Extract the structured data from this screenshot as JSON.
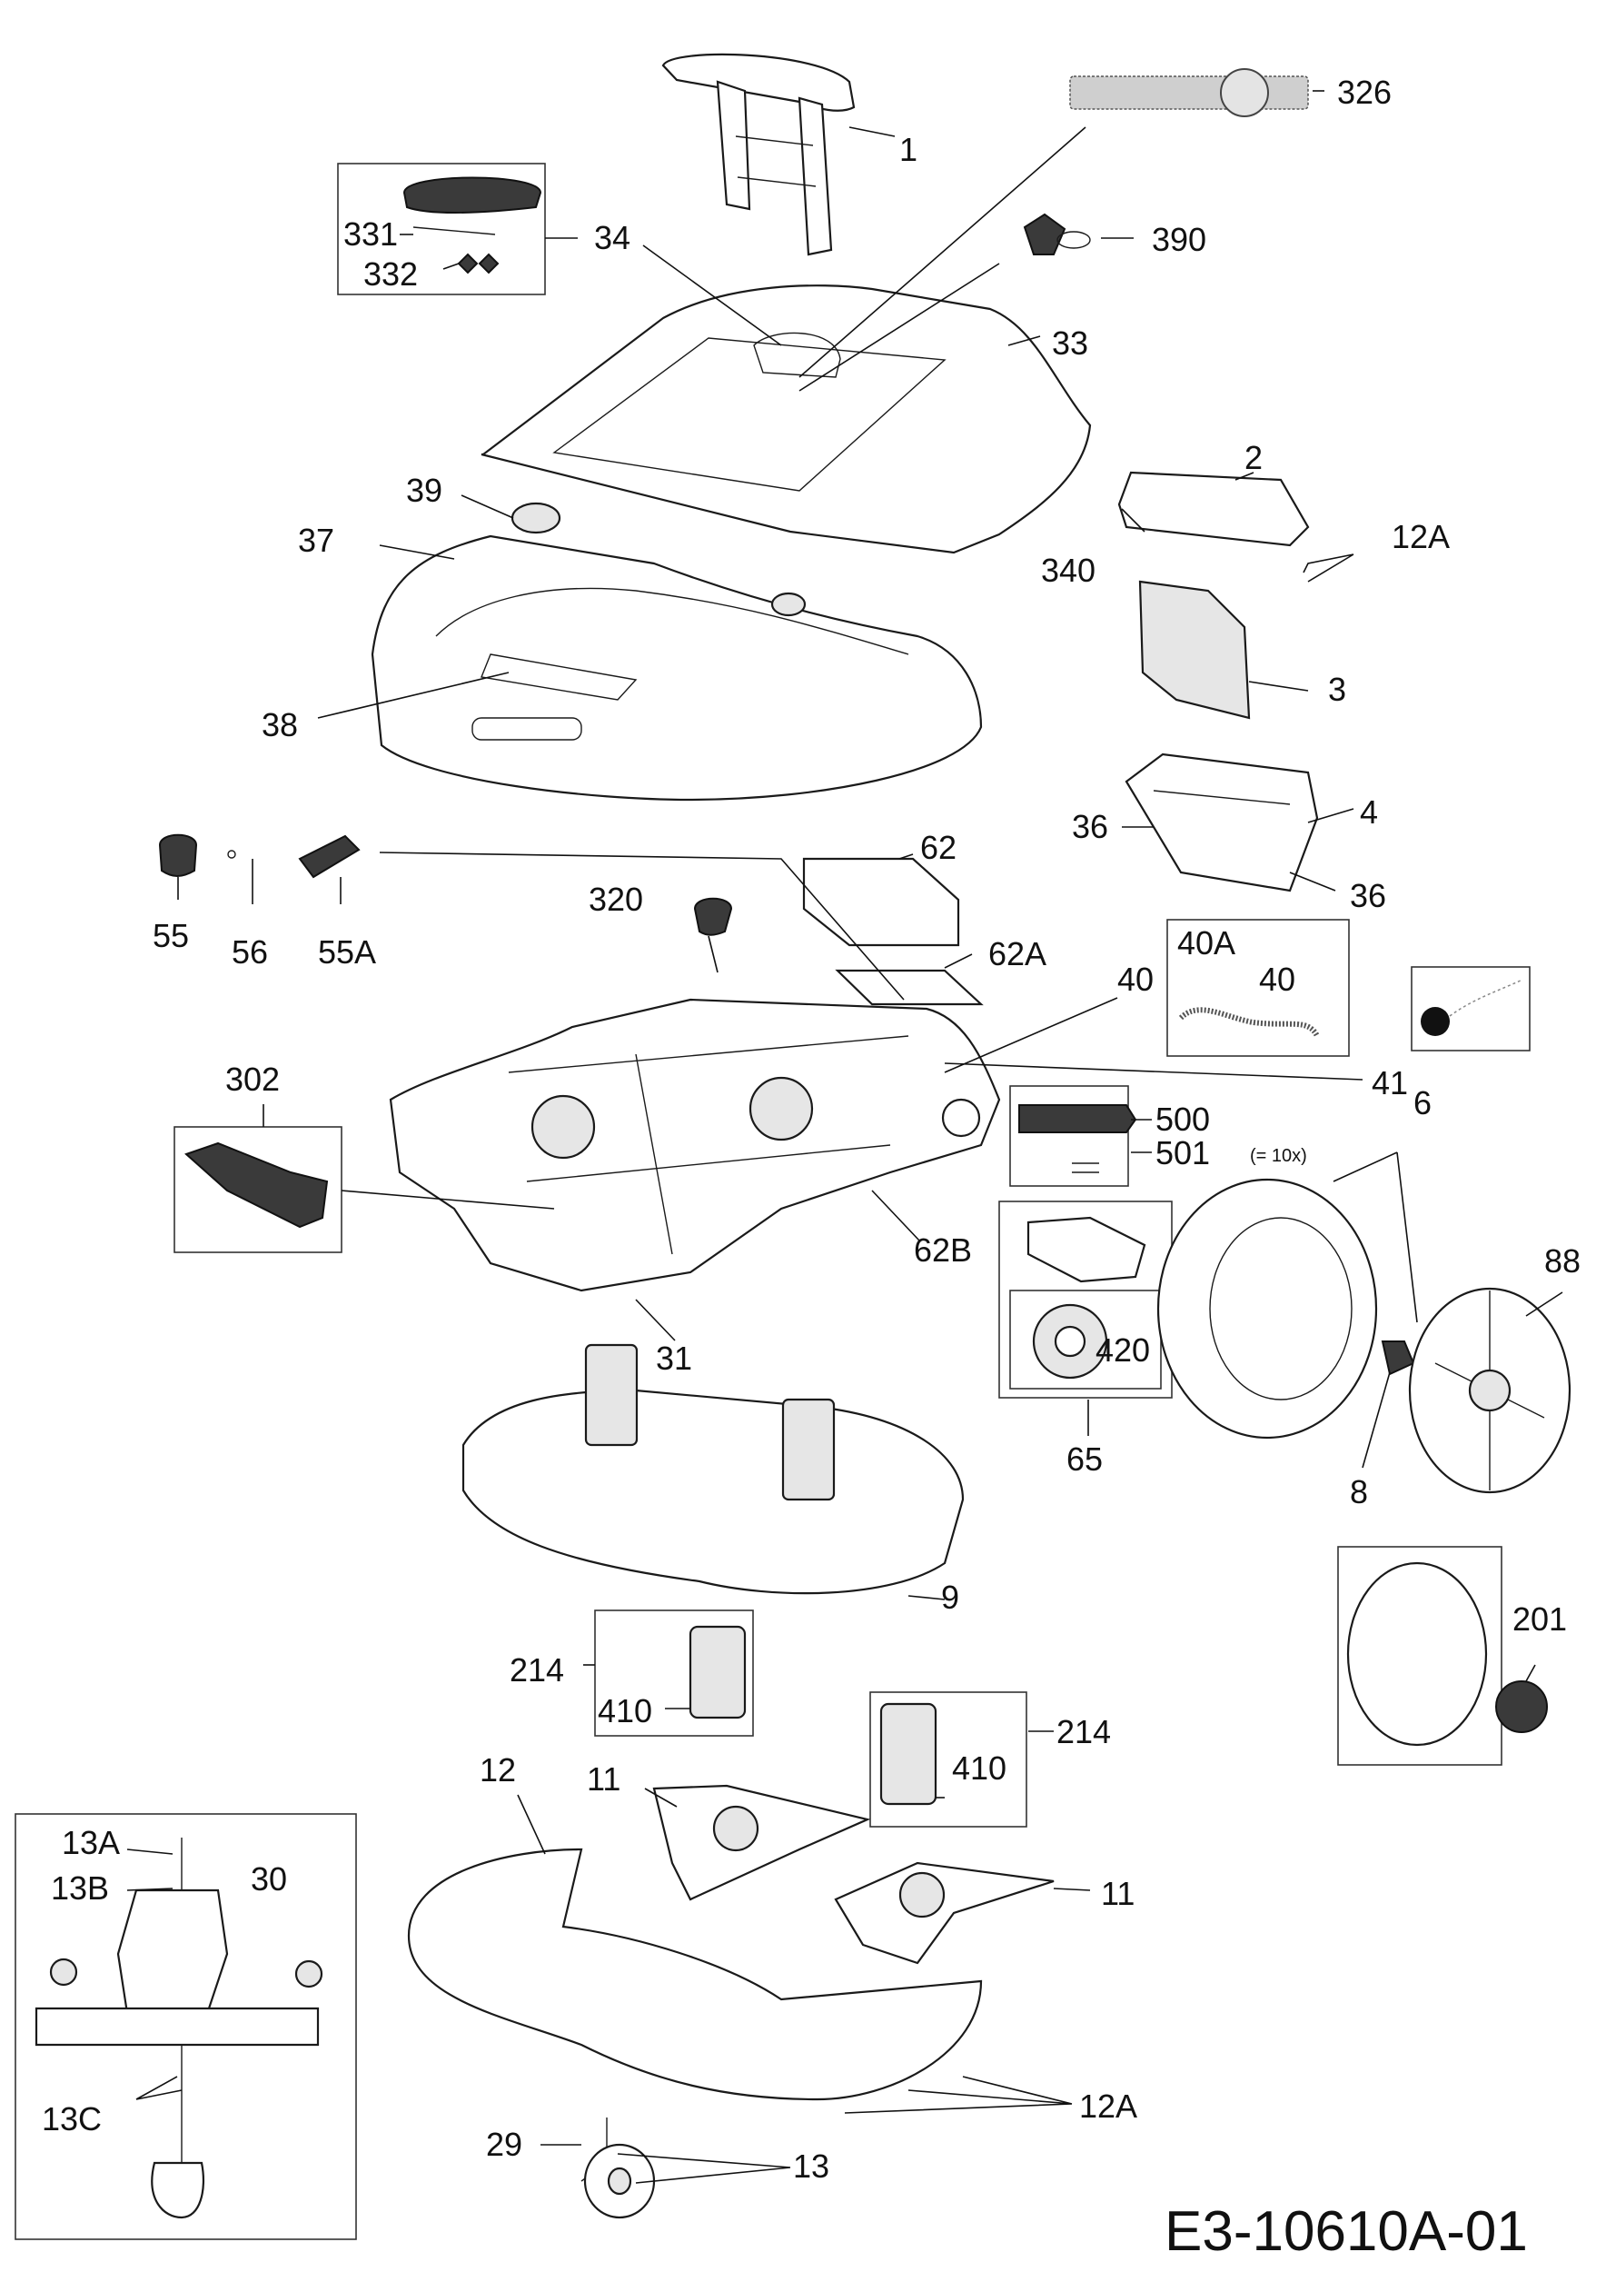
{
  "drawing_code": "E3-10610A-01",
  "note_501": "(= 10x)",
  "part_labels": [
    "1",
    "326",
    "331",
    "34",
    "332",
    "390",
    "33",
    "2",
    "39",
    "37",
    "12A",
    "340",
    "3",
    "38",
    "36",
    "4",
    "36",
    "62",
    "55",
    "56",
    "55A",
    "320",
    "62A",
    "40A",
    "40",
    "40",
    "41",
    "302",
    "500",
    "501",
    "6",
    "62B",
    "88",
    "31",
    "420",
    "65",
    "8",
    "9",
    "201",
    "214",
    "410",
    "214",
    "410",
    "12",
    "11",
    "11",
    "13A",
    "13B",
    "30",
    "13C",
    "12A",
    "29",
    "13"
  ]
}
